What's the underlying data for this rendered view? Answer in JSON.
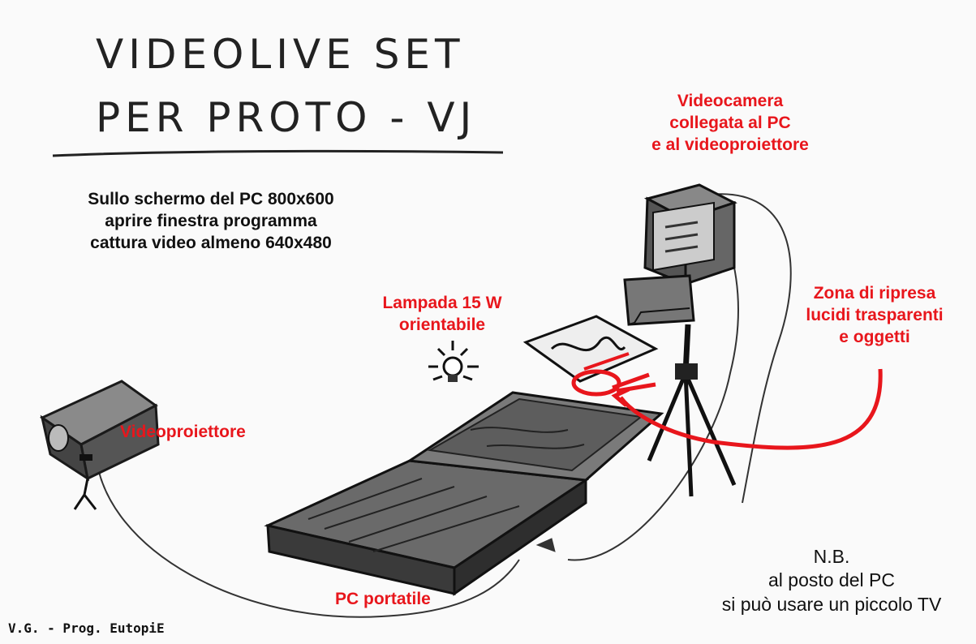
{
  "title": {
    "line1": "VIDEOLIVE SET",
    "line2": "PER PROTO - VJ"
  },
  "labels": {
    "instructions": [
      "Sullo schermo del PC 800x600",
      "aprire finestra programma",
      "cattura video almeno 640x480"
    ],
    "videocamera": [
      "Videocamera",
      "collegata al PC",
      "e al videoproiettore"
    ],
    "lampada": [
      "Lampada 15 W",
      "orientabile"
    ],
    "zona": [
      "Zona di ripresa",
      "lucidi trasparenti",
      "e oggetti"
    ],
    "videoproiettore": "Videoproiettore",
    "pc": "PC portatile",
    "nb": [
      "N.B.",
      "al posto del PC",
      "si può usare un piccolo TV"
    ],
    "credit": "V.G. - Prog. EutopiE"
  },
  "colors": {
    "black": "#111111",
    "red": "#e8161c",
    "background": "#fafafa"
  },
  "icons": {
    "projector": "projector-icon",
    "camera": "camera-icon",
    "lamp": "lamp-icon",
    "laptop": "laptop-icon",
    "tripod": "tripod-icon"
  }
}
